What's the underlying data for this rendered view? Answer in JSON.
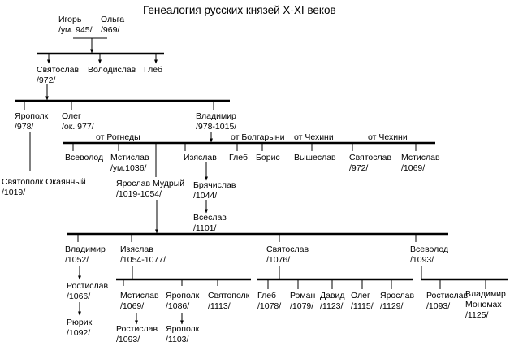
{
  "title": "Генеалогия русских князей X-XI веков",
  "gen1": {
    "igor": {
      "name": "Игорь",
      "dates": "/ум. 945/"
    },
    "olga": {
      "name": "Ольга",
      "dates": "/969/"
    }
  },
  "gen2": {
    "svyatoslav": {
      "name": "Святослав",
      "dates": "/972/"
    },
    "volodislav": {
      "name": "Володислав"
    },
    "gleb": {
      "name": "Глеб"
    }
  },
  "gen3": {
    "yaropolk": {
      "name": "Ярополк",
      "dates": "/978/"
    },
    "oleg": {
      "name": "Олег",
      "dates": "/ок. 977/"
    },
    "vladimir": {
      "name": "Владимир",
      "dates": "/978-1015/"
    }
  },
  "mothers": {
    "rogneda": "от Рогнеды",
    "bolgaryni": "от Болгарыни",
    "chekhini_1": "от Чехини",
    "chekhini_2": "от Чехини"
  },
  "svyatopolk": {
    "name": "Святополк Окаянный",
    "dates": "/1019/"
  },
  "gen4": {
    "vsevolod": {
      "name": "Всеволод"
    },
    "mstislav": {
      "name": "Мстислав",
      "dates": "/ум.1036/"
    },
    "yaroslav": {
      "name": "Ярослав Мудрый",
      "dates": "/1019-1054/"
    },
    "izyaslav": {
      "name": "Изяслав"
    },
    "gleb": {
      "name": "Глеб"
    },
    "boris": {
      "name": "Борис"
    },
    "vysheslav": {
      "name": "Вышеслав"
    },
    "svyatoslav": {
      "name": "Святослав",
      "dates": "/972/"
    },
    "mstislav2": {
      "name": "Мстислав",
      "dates": "/1069/"
    }
  },
  "polotsk": {
    "bryachislav": {
      "name": "Брячислав",
      "dates": "/1044/"
    },
    "vseslav": {
      "name": "Всеслав",
      "dates": "/1101/"
    }
  },
  "gen5": {
    "vladimir": {
      "name": "Владимир",
      "dates": "/1052/"
    },
    "izyaslav": {
      "name": "Изяслав",
      "dates": "/1054-1077/"
    },
    "svyatoslav": {
      "name": "Святослав",
      "dates": "/1076/"
    },
    "vsevolod": {
      "name": "Всеволод",
      "dates": "/1093/"
    }
  },
  "gen6": {
    "rostislav": {
      "name": "Ростислав",
      "dates": "/1066/"
    },
    "mstislav": {
      "name": "Мстислав",
      "dates": "/1069/"
    },
    "yaropolk": {
      "name": "Ярополк",
      "dates": "/1086/"
    },
    "svyatopolk": {
      "name": "Святополк",
      "dates": "/1113/"
    },
    "gleb": {
      "name": "Глеб",
      "dates": "/1078/"
    },
    "roman": {
      "name": "Роман",
      "dates": "/1079/"
    },
    "david": {
      "name": "Давид",
      "dates": "/1123/"
    },
    "oleg": {
      "name": "Олег",
      "dates": "/1115/"
    },
    "yaroslav": {
      "name": "Ярослав",
      "dates": "/1129/"
    },
    "rostislav_v": {
      "name": "Ростислав",
      "dates": "/1093/"
    },
    "monomakh": {
      "name": "Владимир",
      "name2": "Мономах",
      "dates": "/1125/"
    }
  },
  "gen7": {
    "ryurik": {
      "name": "Рюрик",
      "dates": "/1092/"
    },
    "rostislav": {
      "name": "Ростислав",
      "dates": "/1093/"
    },
    "yaropolk_son": {
      "name": "Ярополк",
      "dates": "/1103/"
    }
  }
}
